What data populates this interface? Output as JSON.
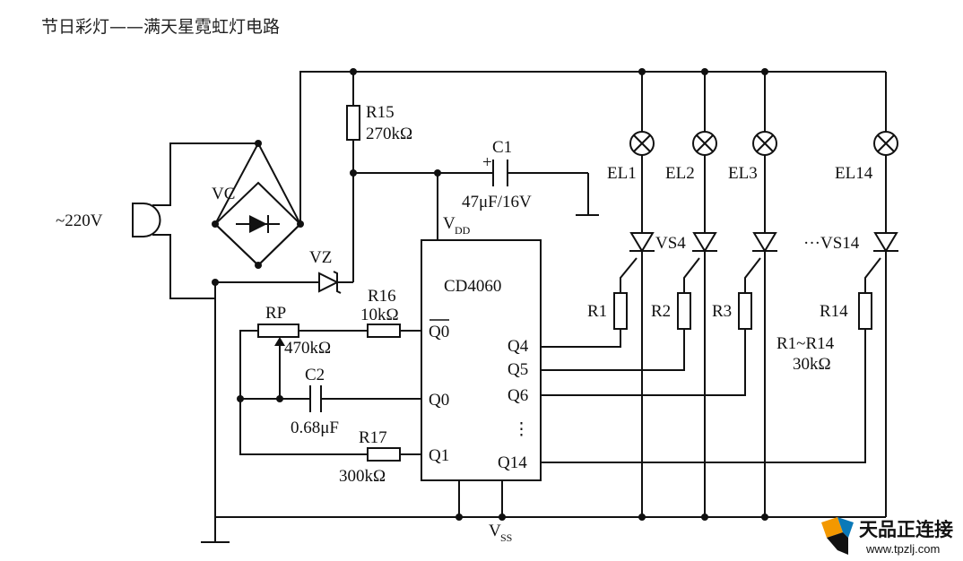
{
  "title": "节日彩灯——满天星霓虹灯电路",
  "components": {
    "input_voltage": "~220V",
    "bridge": "VC",
    "zener": "VZ",
    "r15": {
      "name": "R15",
      "value": "270kΩ"
    },
    "c1": {
      "name": "C1",
      "value": "47μF/16V",
      "polarity": "+"
    },
    "ic": {
      "name": "CD4060",
      "vdd": "V",
      "vdd_sub": "DD",
      "vss": "V",
      "vss_sub": "SS"
    },
    "r16": {
      "name": "R16",
      "value": "10kΩ"
    },
    "rp": {
      "name": "RP",
      "value": "470kΩ"
    },
    "c2": {
      "name": "C2",
      "value": "0.68μF"
    },
    "r17": {
      "name": "R17",
      "value": "300kΩ"
    },
    "pins_left": {
      "q0_bar": "Q0",
      "q0": "Q0",
      "q1": "Q1"
    },
    "pins_right": {
      "q4": "Q4",
      "q5": "Q5",
      "q6": "Q6",
      "dots": "⋮",
      "q14": "Q14"
    },
    "lamps": [
      "EL1",
      "EL2",
      "EL3",
      "EL14"
    ],
    "thyristors": [
      "VS4",
      "···VS14"
    ],
    "resistors": [
      "R1",
      "R2",
      "R3",
      "R14"
    ],
    "r_note": {
      "range": "R1~R14",
      "value": "30kΩ"
    }
  },
  "watermark": {
    "brand": "天品正连接",
    "url": "www.tpzlj.com",
    "colors": [
      "#f39800",
      "#0a79b8",
      "#111111"
    ]
  }
}
